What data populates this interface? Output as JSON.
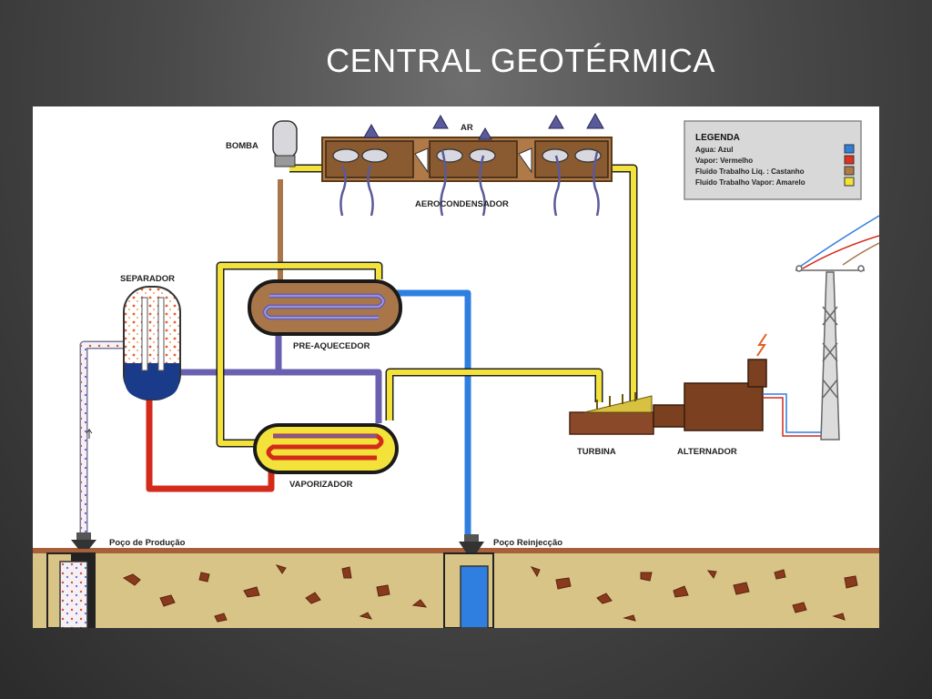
{
  "slide": {
    "title": "CENTRAL GEOTÉRMICA"
  },
  "labels": {
    "bomba": "BOMBA",
    "ar": "AR",
    "aerocondensador": "AEROCONDENSADOR",
    "separador": "SEPARADOR",
    "pre_aquecedor": "PRE-AQUECEDOR",
    "vaporizador": "VAPORIZADOR",
    "turbina": "TURBINA",
    "alternador": "ALTERNADOR",
    "poco_producao": "Poço de Produção",
    "poco_reinjeccao": "Poço Reinjecção"
  },
  "legend": {
    "title": "LEGENDA",
    "items": [
      {
        "label": "Agua: Azul",
        "color": "#2f7fe0"
      },
      {
        "label": "Vapor: Vermelho",
        "color": "#e03020"
      },
      {
        "label": "Fluido Trabalho Liq. : Castanho",
        "color": "#b07a48"
      },
      {
        "label": "Fluido Trabalho Vapor: Amarelo",
        "color": "#f2e23a"
      }
    ]
  },
  "colors": {
    "water": "#2f7fe0",
    "steam": "#d42a1a",
    "liquid": "#a9764a",
    "vapor": "#f2e23a",
    "purple": "#6a60b0",
    "ground": "#d9c487",
    "ground_top": "#a8603a"
  }
}
